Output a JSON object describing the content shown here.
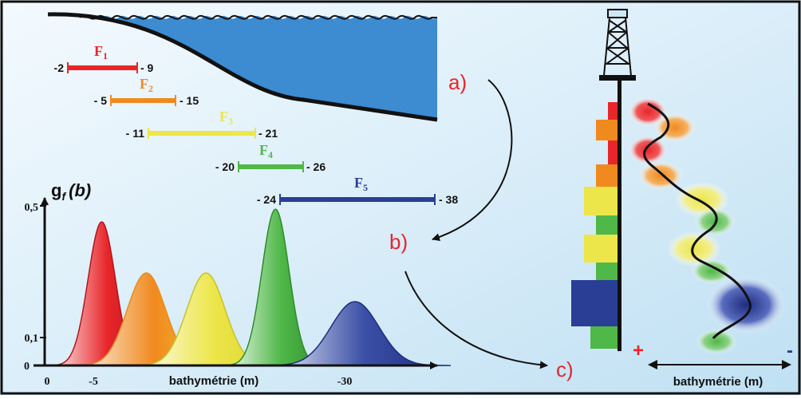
{
  "colors": {
    "background": "#cde7f5",
    "sea": "#3d8bd0",
    "F1": "#e8262a",
    "F2": "#f08a1f",
    "F3": "#ece64a",
    "F4": "#4fb848",
    "F5": "#2a3e96",
    "step_labels": "#e8262a"
  },
  "facies": [
    {
      "name": "F",
      "sub": "1",
      "min": "-2",
      "max": "- 9"
    },
    {
      "name": "F",
      "sub": "2",
      "min": "- 5",
      "max": "- 15"
    },
    {
      "name": "F",
      "sub": "3",
      "min": "- 11",
      "max": "- 21"
    },
    {
      "name": "F",
      "sub": "4",
      "min": "- 20",
      "max": "- 26"
    },
    {
      "name": "F",
      "sub": "5",
      "min": "- 24",
      "max": "- 38"
    }
  ],
  "steps": {
    "a": "a)",
    "b": "b)",
    "c": "c)"
  },
  "density_chart": {
    "y_label_main": "g",
    "y_label_sub": "f",
    "y_label_arg": "(b)",
    "y_ticks": [
      "0,5",
      "0,1",
      "0"
    ],
    "x_ticks": [
      "0",
      "-5",
      "-30"
    ],
    "x_label": "bathymétrie (m)"
  },
  "chart_data": {
    "type": "area",
    "series": [
      {
        "name": "F1",
        "mean": -5.5,
        "peak": 0.45
      },
      {
        "name": "F2",
        "mean": -10,
        "peak": 0.29
      },
      {
        "name": "F3",
        "mean": -16,
        "peak": 0.29
      },
      {
        "name": "F4",
        "mean": -23,
        "peak": 0.49
      },
      {
        "name": "F5",
        "mean": -31,
        "peak": 0.2
      }
    ],
    "ylim": [
      0,
      0.55
    ]
  },
  "well_log": {
    "plus": "+",
    "minus": "-",
    "x_label": "bathymétrie (m)"
  }
}
